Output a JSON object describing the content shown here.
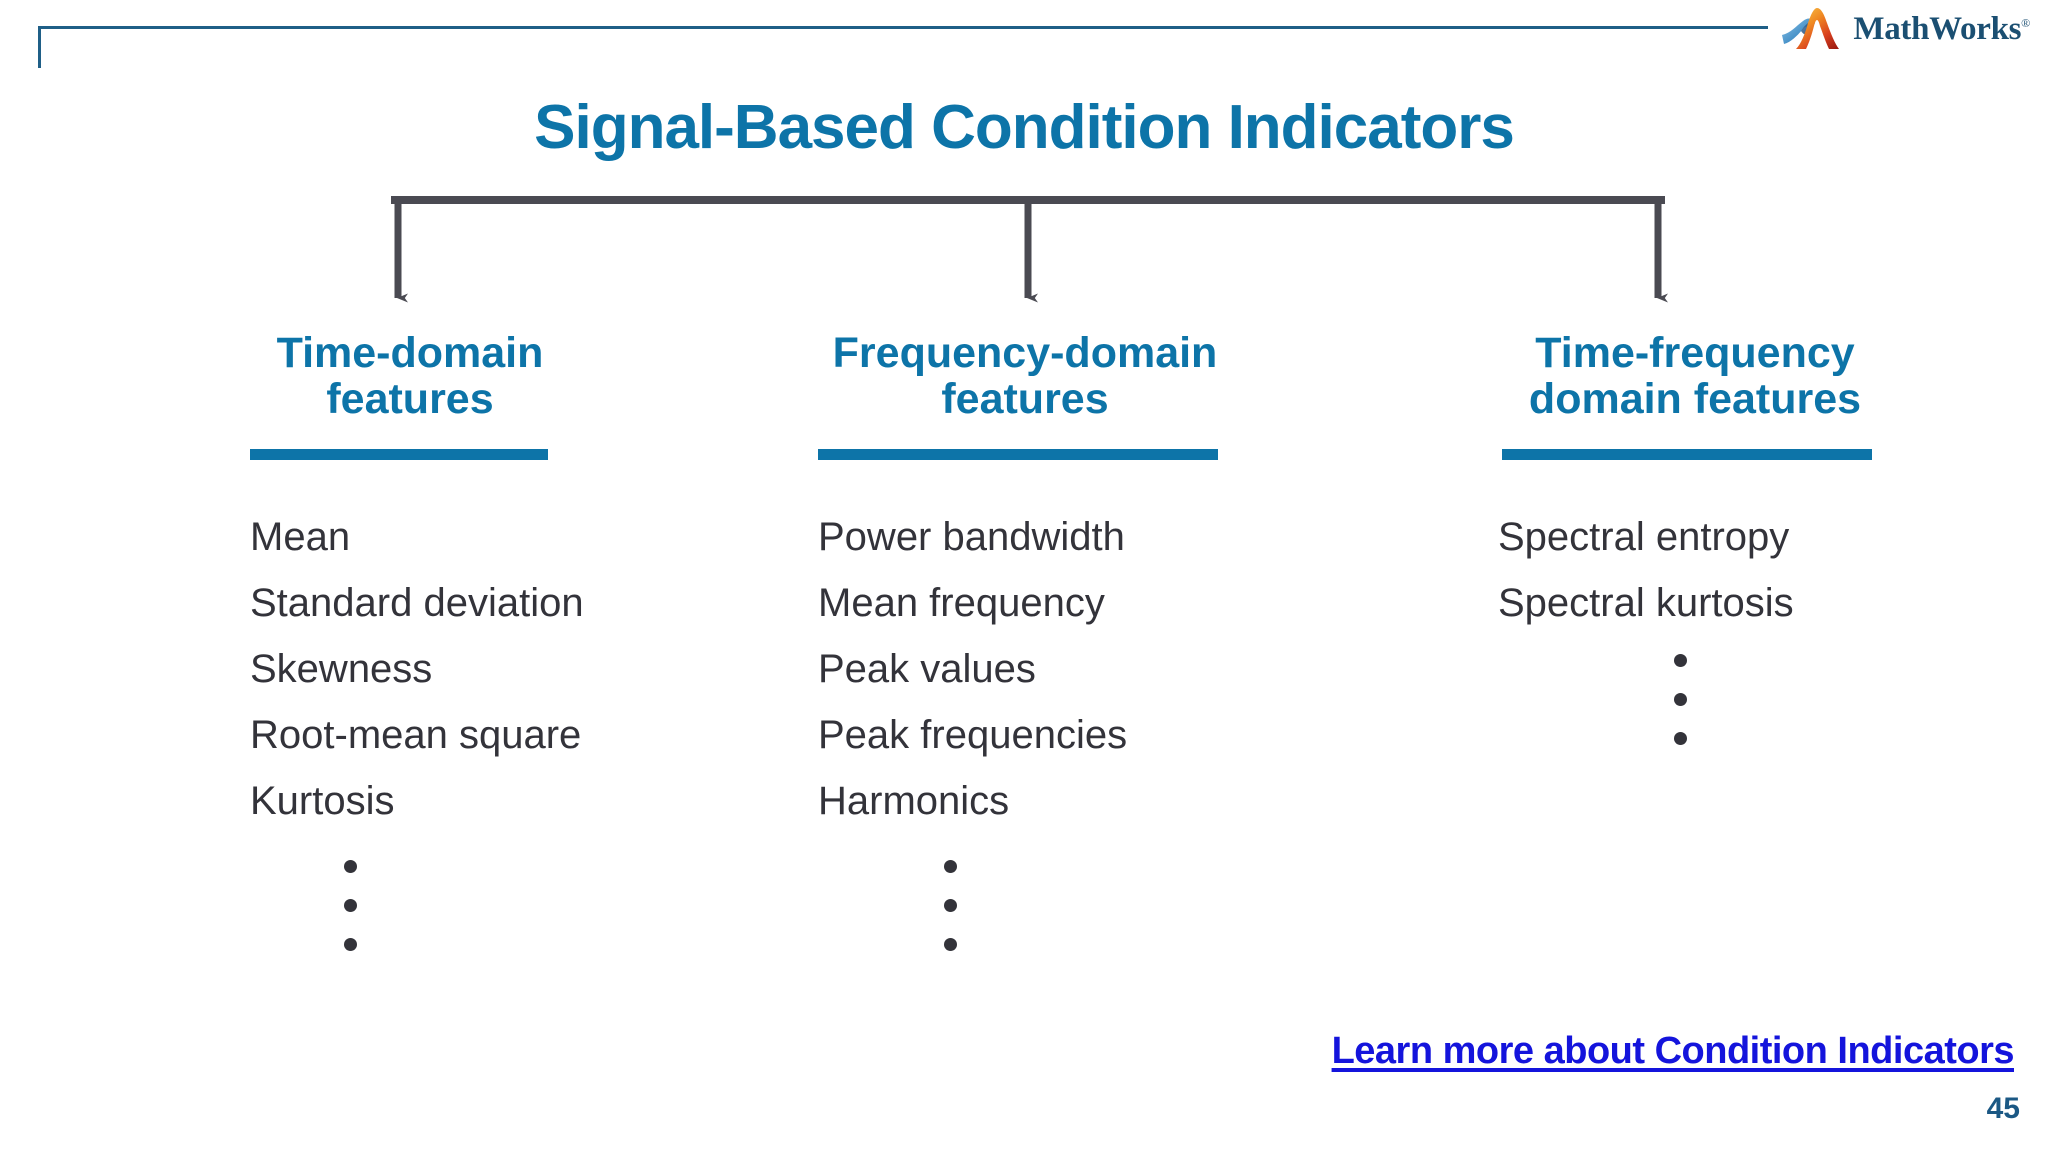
{
  "slide": {
    "title": "Signal-Based Condition Indicators",
    "page_number": "45",
    "accent_color": "#0d74a8",
    "border_color": "#1f5f87",
    "connector_color": "#4a4a52",
    "body_text_color": "#33333a",
    "link_color": "#1414dc",
    "background_color": "#ffffff"
  },
  "brand": {
    "name": "MathWorks",
    "registered_mark": "®",
    "logo_icon": "mathworks-membrane-logo"
  },
  "columns": [
    {
      "id": "time-domain",
      "heading": "Time-domain\nfeatures",
      "items": [
        "Mean",
        "Standard deviation",
        "Skewness",
        "Root-mean square",
        "Kurtosis"
      ],
      "continuation_dots": 3
    },
    {
      "id": "frequency-domain",
      "heading": "Frequency-domain\nfeatures",
      "items": [
        "Power bandwidth",
        "Mean frequency",
        "Peak values",
        "Peak frequencies",
        "Harmonics"
      ],
      "continuation_dots": 3
    },
    {
      "id": "time-frequency-domain",
      "heading": "Time-frequency\ndomain features",
      "items": [
        "Spectral entropy",
        "Spectral kurtosis"
      ],
      "continuation_dots": 3
    }
  ],
  "footer": {
    "learn_more_link": "Learn more about Condition Indicators"
  }
}
